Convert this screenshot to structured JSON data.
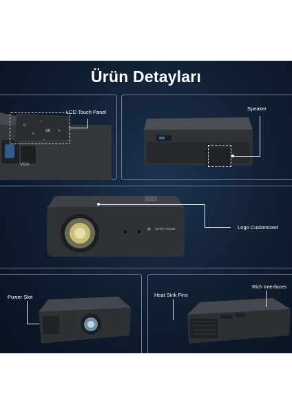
{
  "header": {
    "title": "Ürün Detayları"
  },
  "callouts": {
    "lcd_touch_panel": "LCD Touch Panel",
    "speaker": "Speaker",
    "logo_customized": "Logo Customized",
    "power_slot": "Power Slot",
    "heat_sink_fins": "Heat Sink Fins",
    "rich_interfaces": "Rich Interfaces"
  },
  "device_text": {
    "vga": "VGA",
    "autofocus": "AUTO FOCUS"
  },
  "colors": {
    "background_top": "#1d3350",
    "background_bottom": "#091320",
    "panel_border": "#6b7f97",
    "device_body": "#3a3d42",
    "text": "#ffffff"
  }
}
